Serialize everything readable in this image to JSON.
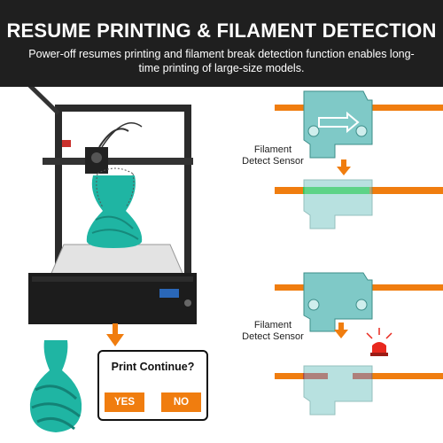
{
  "banner": {
    "title": "RESUME PRINTING & FILAMENT DETECTION",
    "subtitle": "Power-off resumes printing and filament break detection function enables long-time printing of large-size models."
  },
  "dialog": {
    "title": "Print Continue?",
    "yes_label": "YES",
    "no_label": "NO"
  },
  "sensor_labels": [
    {
      "text": "Filament\nDetect Sensor"
    },
    {
      "text": "Filament\nDetect Sensor"
    }
  ],
  "colors": {
    "banner_bg": "#1f1f1f",
    "accent_orange": "#f07d0f",
    "filament_green": "#35e03a",
    "filament_red": "#e8281e",
    "sensor_teal": "#7fc9c7",
    "print_teal": "#1fb5a3"
  }
}
